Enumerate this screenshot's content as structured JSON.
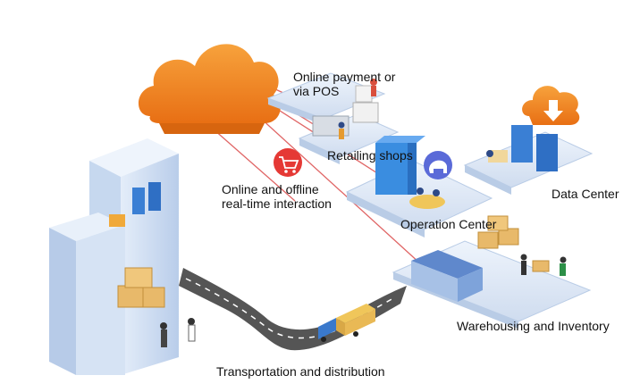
{
  "labels": {
    "online_payment_line1": "Online payment or",
    "online_payment_line2": "via POS",
    "retailing_shops": "Retailing shops",
    "online_offline_line1": "Online and offline",
    "online_offline_line2": "real-time interaction",
    "operation_center": "Operation Center",
    "data_center": "Data Center",
    "warehousing": "Warehousing and Inventory",
    "transportation": "Transportation and distribution"
  },
  "icons": {
    "cloud": "cloud-icon",
    "shopping_cart": "shopping-cart-icon",
    "elephant": "elephant-icon",
    "download": "cloud-download-icon"
  },
  "colors": {
    "cloud_orange": "#f58220",
    "cart_red": "#e53935",
    "platform_blue": "#dde9f7",
    "building_blue": "#c7d9f2",
    "connector_red": "#e06666",
    "road_gray": "#4a4a4a",
    "box_tan": "#e8b96a"
  }
}
